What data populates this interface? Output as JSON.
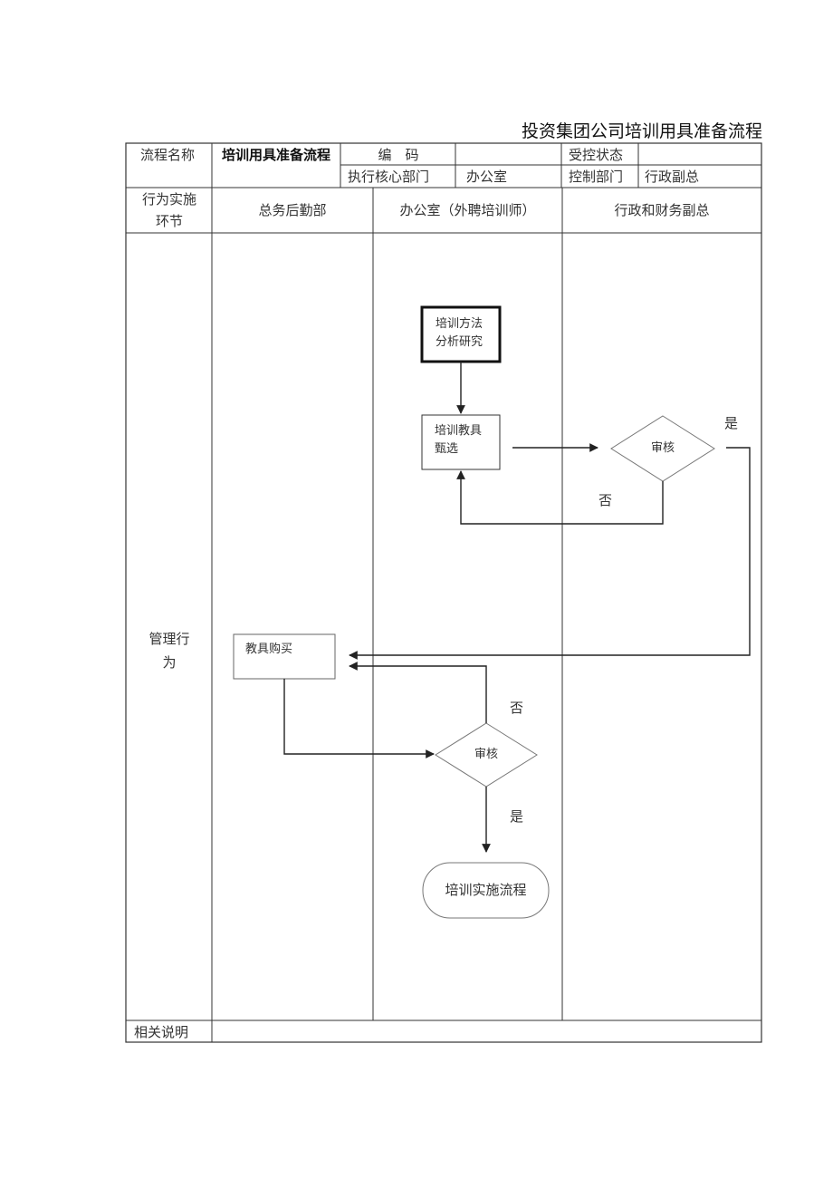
{
  "doc_title": "投资集团公司培训用具准备流程",
  "header": {
    "flow_name_label": "流程名称",
    "flow_name_value": "培训用具准备流程",
    "code_label": "编　码",
    "code_value": "",
    "control_status_label": "受控状态",
    "control_status_value": "",
    "exec_dept_label": "执行核心部门",
    "exec_dept_value": "办公室",
    "control_dept_label": "控制部门",
    "control_dept_value": "行政副总"
  },
  "lanes": {
    "stage_label": "行为实施环节",
    "lane1": "总务后勤部",
    "lane2": "办公室（外聘培训师）",
    "lane3": "行政和财务副总"
  },
  "row_label": "管理行为",
  "footer_label": "相关说明",
  "footer_value": "",
  "nodes": {
    "method_study": "培训方法分析研究",
    "tool_select": "培训教具甄选",
    "review1": "审核",
    "purchase": "教具购买",
    "review2": "审核",
    "end": "培训实施流程"
  },
  "edge_labels": {
    "yes1": "是",
    "no1": "否",
    "no2": "否",
    "yes2": "是"
  }
}
